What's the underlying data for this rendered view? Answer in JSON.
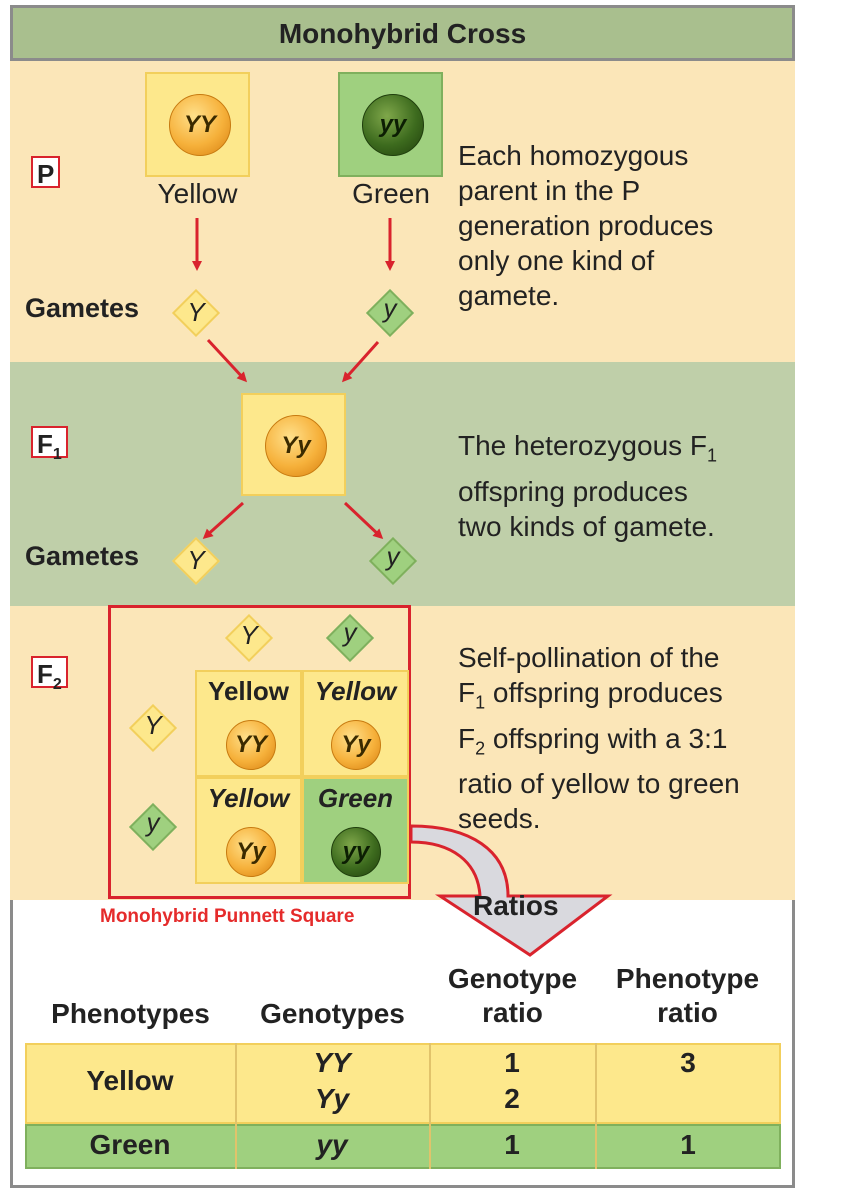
{
  "title": "Monohybrid Cross",
  "p_section": {
    "label": "P",
    "parent1": {
      "genotype": "YY",
      "name": "Yellow"
    },
    "parent2": {
      "genotype": "yy",
      "name": "Green"
    },
    "gametes_label": "Gametes",
    "gamete1": "Y",
    "gamete2": "y",
    "description_lines": [
      "Each homozygous",
      "parent in the P",
      "generation produces",
      "only one kind of",
      "gamete."
    ]
  },
  "f1_section": {
    "label_main": "F",
    "label_sub": "1",
    "offspring": "Yy",
    "gametes_label": "Gametes",
    "gamete1": "Y",
    "gamete2": "y",
    "desc_line1_main": "The heterozygous F",
    "desc_line1_sub": "1",
    "desc_line2": "offspring produces",
    "desc_line3": "two kinds of gamete."
  },
  "f2_section": {
    "label_main": "F",
    "label_sub": "2",
    "top_gametes": [
      "Y",
      "y"
    ],
    "side_gametes": [
      "Y",
      "y"
    ],
    "cells": [
      {
        "phenotype": "Yellow",
        "genotype": "YY"
      },
      {
        "phenotype": "Yellow",
        "genotype": "Yy"
      },
      {
        "phenotype": "Yellow",
        "genotype": "Yy"
      },
      {
        "phenotype": "Green",
        "genotype": "yy"
      }
    ],
    "caption": "Monohybrid Punnett Square",
    "desc_line1": "Self-pollination of the",
    "desc_line2_sub_prefix": "F",
    "desc_line2_sub": "1",
    "desc_line2_rest": " offspring produces",
    "desc_line3_prefix": "F",
    "desc_line3_sub": "2",
    "desc_line3_rest": " offspring with a 3:1",
    "desc_line4": "ratio of yellow to green",
    "desc_line5": "seeds."
  },
  "ratios_label": "Ratios",
  "table": {
    "headers": {
      "phenotypes": "Phenotypes",
      "genotypes": "Genotypes",
      "genotype_ratio_1": "Genotype",
      "genotype_ratio_2": "ratio",
      "phenotype_ratio_1": "Phenotype",
      "phenotype_ratio_2": "ratio"
    },
    "rows": [
      {
        "phenotype": "Yellow",
        "genotypes": [
          "YY",
          "Yy"
        ],
        "genotype_ratios": [
          "1",
          "2"
        ],
        "phenotype_ratio": "3"
      },
      {
        "phenotype": "Green",
        "genotypes": [
          "yy"
        ],
        "genotype_ratios": [
          "1"
        ],
        "phenotype_ratio": "1"
      }
    ]
  },
  "colors": {
    "title_bar": "#a9bf8e",
    "cream": "#fbe6b8",
    "sage": "#bfcfa9",
    "yellow": "#fde88c",
    "green": "#9fd07f",
    "red_accent": "#d9232d"
  },
  "icons": [
    "yellow-seed-icon",
    "green-seed-icon",
    "gamete-diamond-icon",
    "red-arrow-icon"
  ]
}
